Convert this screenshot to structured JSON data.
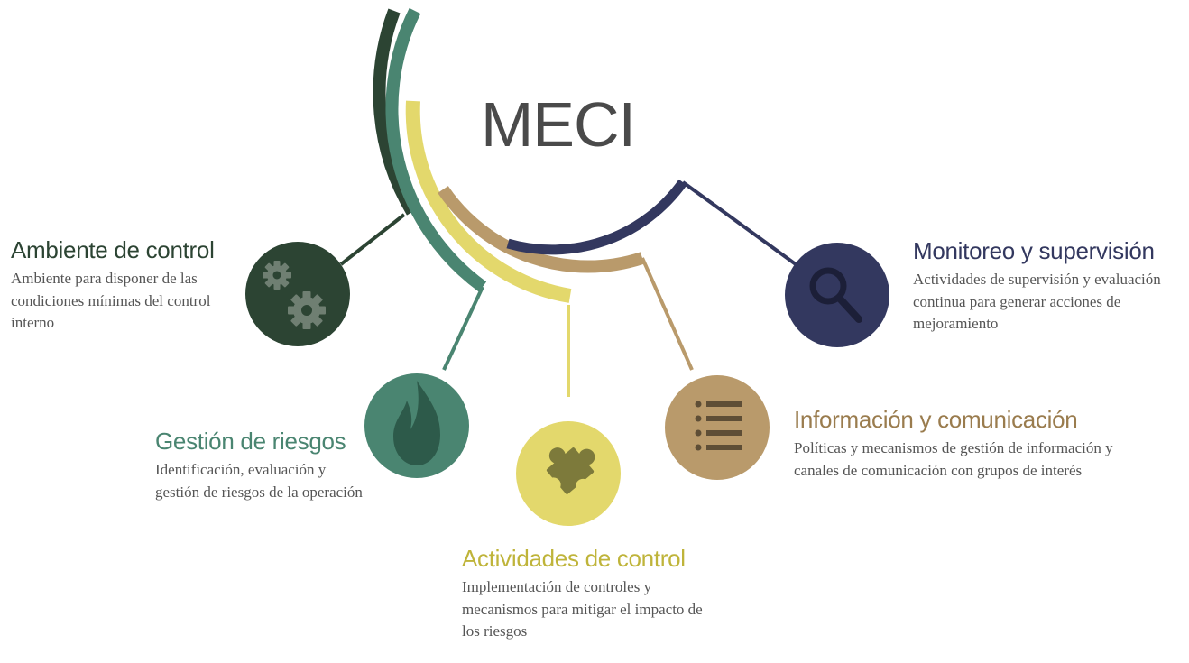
{
  "center_title": "MECI",
  "components": [
    {
      "key": "ambiente",
      "title": "Ambiente de control",
      "description": "Ambiente para disponer de las condiciones mínimas del control interno",
      "color": "#2c4433",
      "icon": "gears-icon"
    },
    {
      "key": "gestion",
      "title": "Gestión de riesgos",
      "description": "Identificación, evaluación y gestión de riesgos de la operación",
      "color": "#4a8571",
      "icon": "flame-icon"
    },
    {
      "key": "actividades",
      "title": "Actividades de control",
      "description": "Implementación de controles y mecanismos para mitigar el impacto de los riesgos",
      "color": "#e3d86c",
      "title_color": "#bfb43a",
      "icon": "puzzle-icon"
    },
    {
      "key": "informacion",
      "title": "Información y comunicación",
      "description": "Políticas y mecanismos de gestión de información y canales de comunicación con grupos de interés",
      "color": "#b99a6b",
      "title_color": "#9a7c4e",
      "icon": "list-icon"
    },
    {
      "key": "monitoreo",
      "title": "Monitoreo y supervisión",
      "description": "Actividades de supervisión y evaluación continua para generar acciones de mejoramiento",
      "color": "#33385f",
      "icon": "magnifier-icon"
    }
  ]
}
